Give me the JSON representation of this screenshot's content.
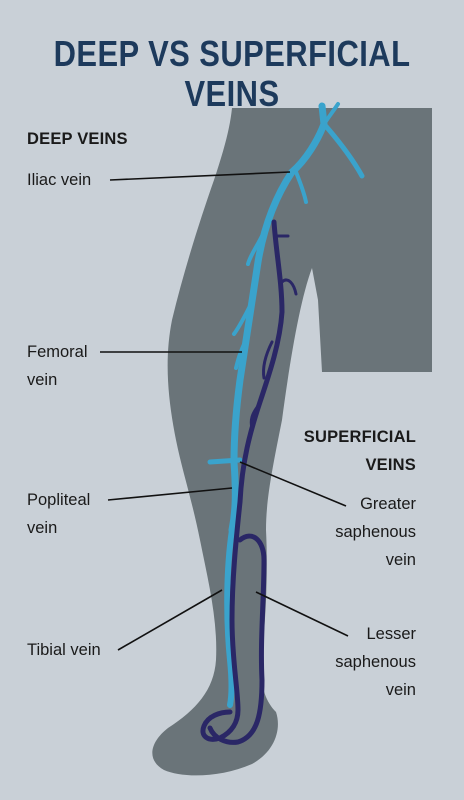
{
  "title": "DEEP VS SUPERFICIAL VEINS",
  "sections": {
    "deep": "DEEP VEINS",
    "superficial": [
      "SUPERFICIAL",
      "VEINS"
    ]
  },
  "labels": {
    "iliac": [
      "Iliac vein"
    ],
    "femoral": [
      "Femoral",
      "vein"
    ],
    "popliteal": [
      "Popliteal",
      "vein"
    ],
    "tibial": [
      "Tibial vein"
    ],
    "greater_saphenous": [
      "Greater",
      "saphenous",
      "vein"
    ],
    "lesser_saphenous": [
      "Lesser",
      "saphenous",
      "vein"
    ]
  },
  "colors": {
    "background": "#c9d0d7",
    "leg": "#6a7479",
    "deep_vein": "#3aa3cc",
    "superficial_vein": "#2a2766",
    "title": "#1d3a5c",
    "text": "#1a1a1a"
  }
}
